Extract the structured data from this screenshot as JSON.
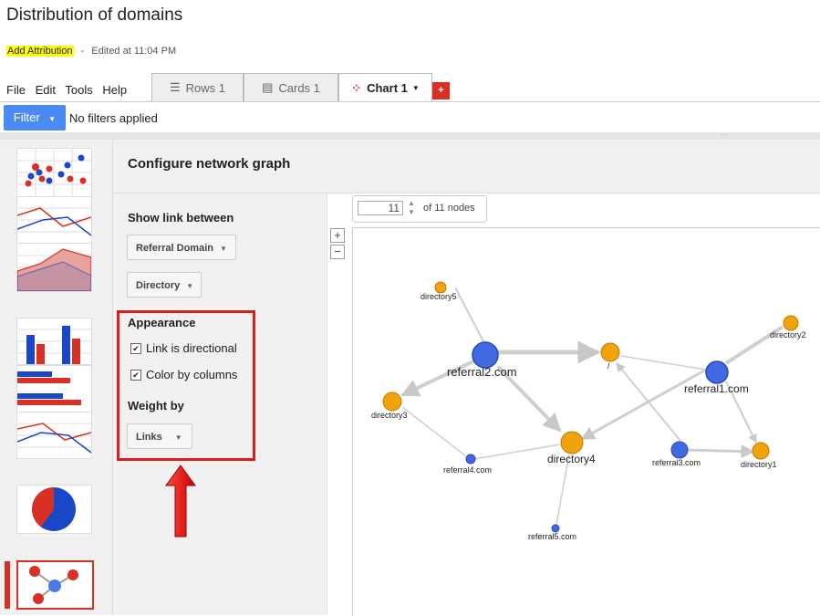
{
  "header": {
    "title": "Distribution of domains",
    "attribution_link": "Add Attribution",
    "separator": "-",
    "edited": "Edited at 11:04 PM"
  },
  "menu": [
    "File",
    "Edit",
    "Tools",
    "Help"
  ],
  "tabs": [
    {
      "label": "Rows 1",
      "icon": "rows-icon"
    },
    {
      "label": "Cards 1",
      "icon": "cards-icon"
    },
    {
      "label": "Chart 1",
      "icon": "chart-icon",
      "active": true
    }
  ],
  "add_tab": "+",
  "filter": {
    "button": "Filter",
    "status": "No filters applied"
  },
  "config": {
    "title": "Configure network graph",
    "show_link_between": "Show link between",
    "dropdown_a": "Referral Domain",
    "dropdown_b": "Directory",
    "appearance": "Appearance",
    "link_directional": "Link is directional",
    "color_by_columns": "Color by columns",
    "weight_by": "Weight by",
    "weight_value": "Links"
  },
  "graph_controls": {
    "nodes_value": "11",
    "nodes_label": "of 11 nodes",
    "zoom_in": "+",
    "zoom_out": "−"
  },
  "colors": {
    "blue_node": "#4169e1",
    "orange_node": "#f0a30a",
    "accent_red": "#d93025",
    "filter_blue": "#4a8af4"
  },
  "network": {
    "nodes": [
      {
        "id": "referral2.com",
        "kind": "referral"
      },
      {
        "id": "referral1.com",
        "kind": "referral"
      },
      {
        "id": "referral3.com",
        "kind": "referral"
      },
      {
        "id": "referral4.com",
        "kind": "referral"
      },
      {
        "id": "referral5.com",
        "kind": "referral"
      },
      {
        "id": "directory5",
        "kind": "directory"
      },
      {
        "id": "directory2",
        "kind": "directory"
      },
      {
        "id": "/",
        "kind": "directory"
      },
      {
        "id": "directory3",
        "kind": "directory"
      },
      {
        "id": "directory4",
        "kind": "directory"
      },
      {
        "id": "directory1",
        "kind": "directory"
      }
    ]
  }
}
